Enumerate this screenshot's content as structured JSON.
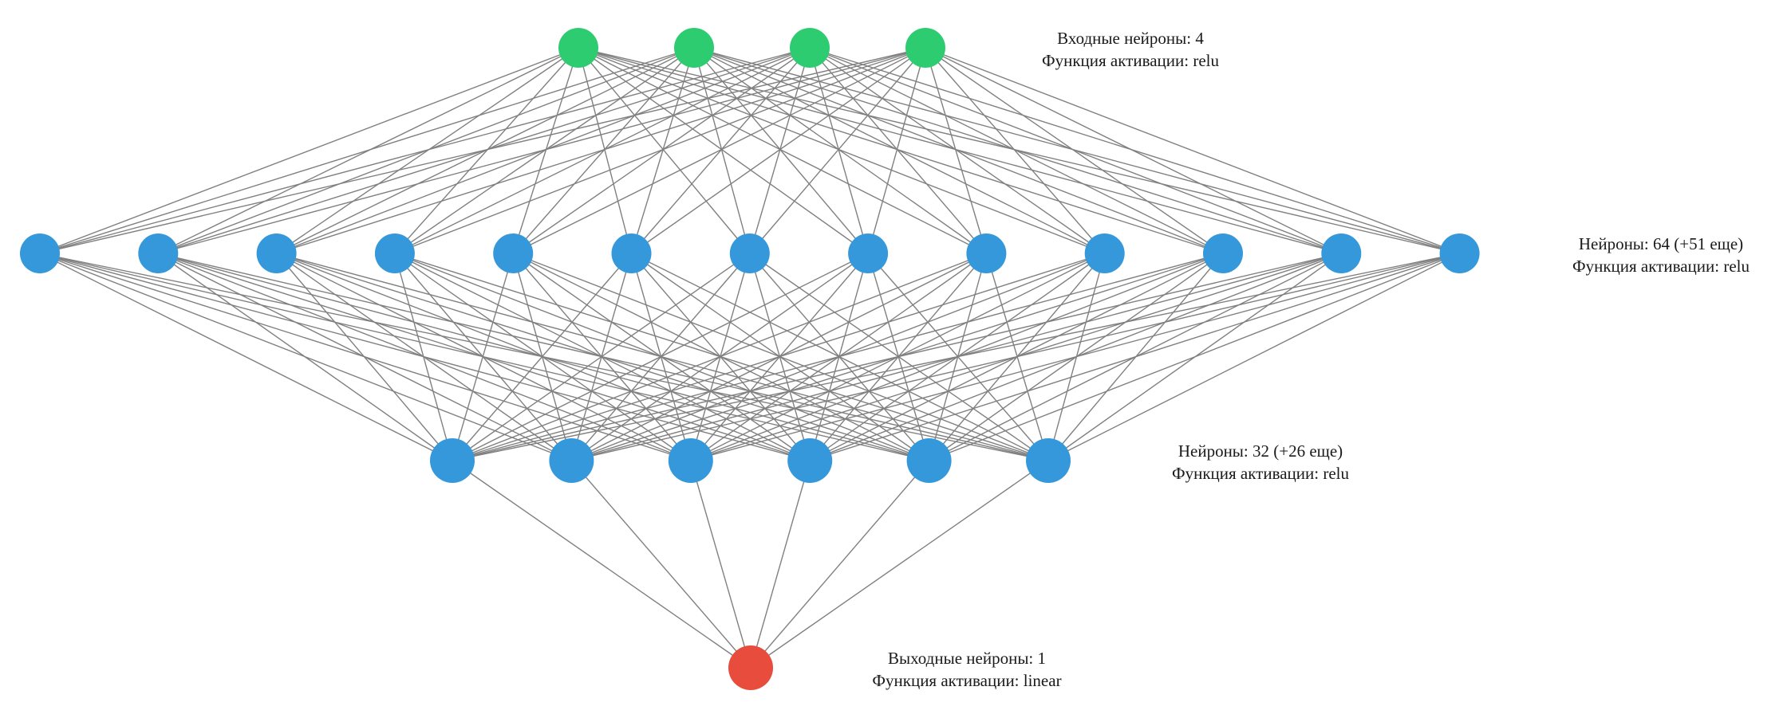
{
  "diagram": {
    "colors": {
      "input": "#2ecc71",
      "hidden": "#3498db",
      "output": "#e74c3c",
      "edge": "#808080",
      "background": "#ffffff"
    },
    "layers": [
      {
        "id": "input",
        "role": "input",
        "shown_neurons": 4,
        "line1": "Входные нейроны: 4",
        "line2": "Функция активации: relu"
      },
      {
        "id": "hidden1",
        "role": "hidden",
        "shown_neurons": 13,
        "line1": "Нейроны: 64 (+51 еще)",
        "line2": "Функция активации: relu"
      },
      {
        "id": "hidden2",
        "role": "hidden",
        "shown_neurons": 6,
        "line1": "Нейроны: 32 (+26 еще)",
        "line2": "Функция активации: relu"
      },
      {
        "id": "output",
        "role": "output",
        "shown_neurons": 1,
        "line1": "Выходные нейроны: 1",
        "line2": "Функция активации: linear"
      }
    ]
  }
}
